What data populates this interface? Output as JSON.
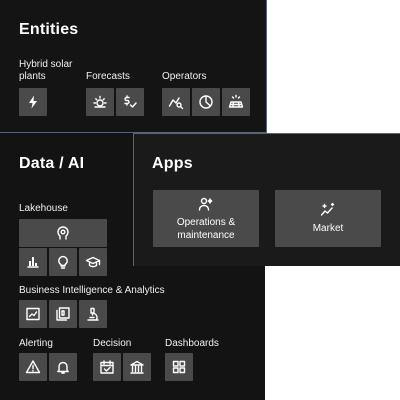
{
  "entities": {
    "title": "Entities",
    "groups": [
      {
        "label": "Hybrid solar plants",
        "icons": [
          "bolt-icon"
        ]
      },
      {
        "label": "Forecasts",
        "icons": [
          "sun-icon",
          "dollar-check-icon"
        ]
      },
      {
        "label": "Operators",
        "icons": [
          "chart-search-icon",
          "pie-chart-icon",
          "solar-panel-icon"
        ]
      }
    ]
  },
  "data_ai": {
    "title": "Data / AI",
    "lakehouse": {
      "label": "Lakehouse",
      "icons": [
        "brain-icon",
        "bar-chart-icon",
        "lightbulb-icon",
        "graduation-cap-icon"
      ]
    },
    "bi": {
      "label": "Business Intelligence & Analytics",
      "icons": [
        "line-chart-icon",
        "report-icon",
        "microscope-icon"
      ]
    },
    "alerting": {
      "label": "Alerting",
      "icons": [
        "warning-icon",
        "bell-icon"
      ]
    },
    "decision": {
      "label": "Decision",
      "icons": [
        "calendar-check-icon",
        "bank-icon"
      ]
    },
    "dashboards": {
      "label": "Dashboards",
      "icons": [
        "dashboard-icon"
      ]
    }
  },
  "apps": {
    "title": "Apps",
    "cards": [
      {
        "label": "Operations & maintenance",
        "icon": "person-gear-icon"
      },
      {
        "label": "Market",
        "icon": "sparkle-trend-icon"
      }
    ]
  }
}
